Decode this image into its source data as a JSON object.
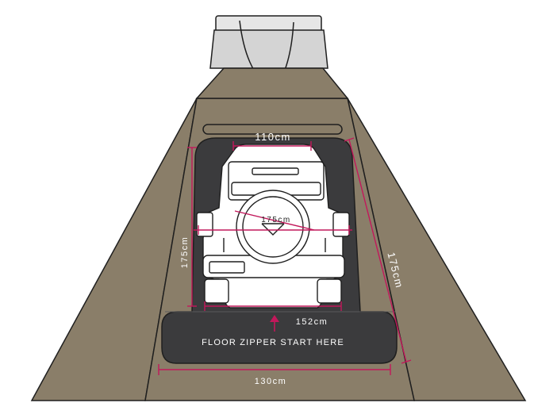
{
  "labels": {
    "width_top": "110cm",
    "height_left": "175cm",
    "height_right": "175cm",
    "wheel_label": "175cm",
    "width_bottom_inner": "152cm",
    "width_bottom_outer": "130cm",
    "zipper_note": "FLOOR ZIPPER START HERE"
  },
  "colors": {
    "tent_fabric": "#8a7e69",
    "panel_dark": "#3b3b3d",
    "measure_line": "#c2185b",
    "outline": "#1f1f1f",
    "vehicle": "#ffffff",
    "roof_box": "#d4d4d4"
  }
}
